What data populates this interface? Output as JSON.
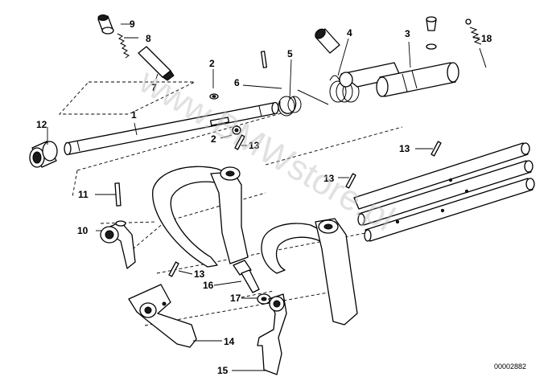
{
  "diagram": {
    "callouts": [
      {
        "key": "c1",
        "text": "1"
      },
      {
        "key": "c2a",
        "text": "2"
      },
      {
        "key": "c2b",
        "text": "2"
      },
      {
        "key": "c3",
        "text": "3"
      },
      {
        "key": "c4",
        "text": "4"
      },
      {
        "key": "c5",
        "text": "5"
      },
      {
        "key": "c6",
        "text": "6"
      },
      {
        "key": "c7",
        "text": "7"
      },
      {
        "key": "c8",
        "text": "8"
      },
      {
        "key": "c9",
        "text": "9"
      },
      {
        "key": "c10",
        "text": "10"
      },
      {
        "key": "c11",
        "text": "11"
      },
      {
        "key": "c12",
        "text": "12"
      },
      {
        "key": "c13a",
        "text": "13"
      },
      {
        "key": "c13b",
        "text": "13"
      },
      {
        "key": "c13c",
        "text": "13"
      },
      {
        "key": "c13d",
        "text": "13"
      },
      {
        "key": "c14",
        "text": "14"
      },
      {
        "key": "c15",
        "text": "15"
      },
      {
        "key": "c16",
        "text": "16"
      },
      {
        "key": "c17",
        "text": "17"
      },
      {
        "key": "c18",
        "text": "18"
      }
    ],
    "diagram_number": "00002882",
    "watermark": "www.BMWstore.pl"
  }
}
